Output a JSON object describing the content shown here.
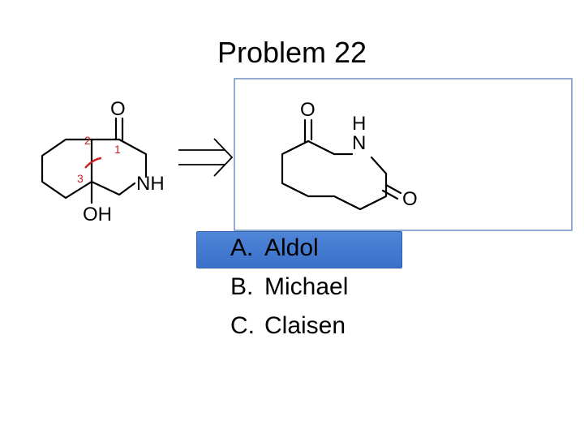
{
  "title": "Problem 22",
  "reactant": {
    "carbonyl_label": "O",
    "amine_label": "NH",
    "hydroxyl_label": "OH",
    "bond_numbers": [
      "1",
      "2",
      "3"
    ],
    "number_color": "#cc2222"
  },
  "product": {
    "oxygen_top": "O",
    "nitrogen_h": "H",
    "nitrogen_n": "N",
    "oxygen_right": "O",
    "box_border_color": "#6f8fbf"
  },
  "options": [
    {
      "letter": "A.",
      "label": "Aldol",
      "selected": true
    },
    {
      "letter": "B.",
      "label": "Michael",
      "selected": false
    },
    {
      "letter": "C.",
      "label": "Claisen",
      "selected": false
    }
  ],
  "highlight_color": "#4a80d4"
}
